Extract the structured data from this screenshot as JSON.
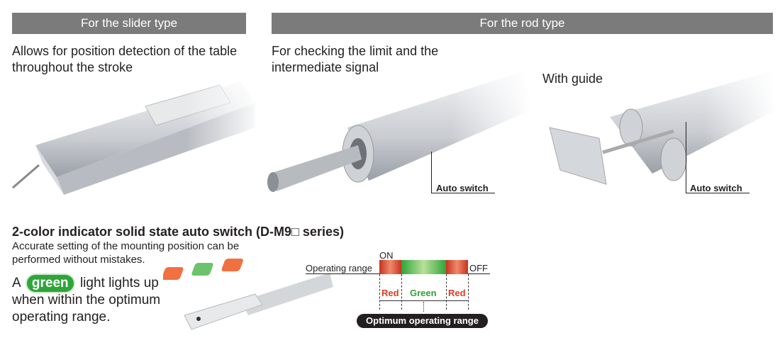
{
  "headers": {
    "slider": "For the slider type",
    "rod": "For the rod type"
  },
  "slider_desc": [
    "Allows for position detection of the table",
    "throughout the stroke"
  ],
  "rod_desc": [
    "For checking the limit and the",
    "intermediate signal"
  ],
  "guide_label": "With guide",
  "auto_switch_label": "Auto switch",
  "switch_section": {
    "title": "2-color indicator solid state auto switch (D-M9□ series)",
    "subtitle": [
      "Accurate setting of the mounting position can be",
      "performed without mistakes."
    ],
    "light_pre": "A",
    "light_badge": "green",
    "light_post": "light lights up",
    "light_lines": [
      "when within the optimum",
      "operating range."
    ]
  },
  "diagram": {
    "operating_range": "Operating range",
    "on": "ON",
    "off": "OFF",
    "segments": [
      "Red",
      "Green",
      "Red"
    ],
    "optimum": "Optimum operating range",
    "colors": {
      "red": "#e03c1e",
      "green": "#2fa43a",
      "pill": "#231f20"
    }
  }
}
